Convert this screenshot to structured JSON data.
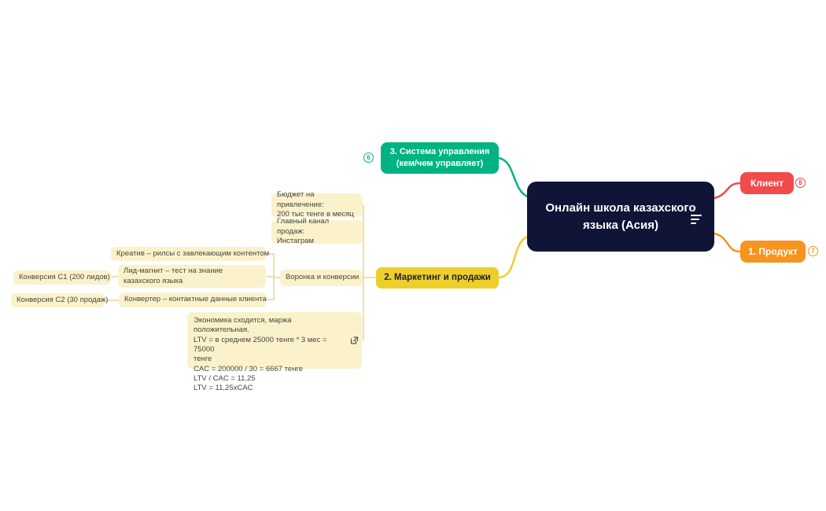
{
  "colors": {
    "root": "#101437",
    "green": "#00b383",
    "red": "#f24b4b",
    "orange": "#f7941e",
    "yellow": "#eecf2a",
    "pale": "#fbf2cc",
    "paleline": "#e7d693",
    "paletext": "#47463a"
  },
  "root": {
    "label": "Онлайн школа казахского языка (Асия)"
  },
  "branches": {
    "management": {
      "label": "3. Система управления (кем/чем управляет)",
      "badge": "6"
    },
    "client": {
      "label": "Клиент",
      "badge": "8"
    },
    "product": {
      "label": "1. Продукт",
      "badge": "7"
    },
    "marketing": {
      "label": "2. Маркетинг и продажи"
    }
  },
  "children": {
    "budget": {
      "label": "Бюджет на привлечение:\n200 тыс тенге в месяц"
    },
    "channel": {
      "label": "Главный канал продаж:\nИнстаграм"
    },
    "funnel": {
      "label": "Воронка и конверсии"
    },
    "creative": {
      "label": "Креатив – рилсы с завлекающим контентом"
    },
    "leadmagnet": {
      "label": "Лид-магнит – тест на знание казахского языка"
    },
    "converter": {
      "label": "Конвертер – контактные данные клиента"
    },
    "c1": {
      "label": "Конверсия C1 (200 лидов)"
    },
    "c2": {
      "label": "Конверсия C2 (30 продаж)"
    },
    "economics": {
      "label": "Экономика сходится, маржа положительная.\nLTV = в среднем 25000 тенге * 3 мес = 75000\nтенге\nCAC = 200000 / 30 = 6667 тенге\nLTV / CAC = 11,25\nLTV = 11,25xCAC"
    }
  }
}
